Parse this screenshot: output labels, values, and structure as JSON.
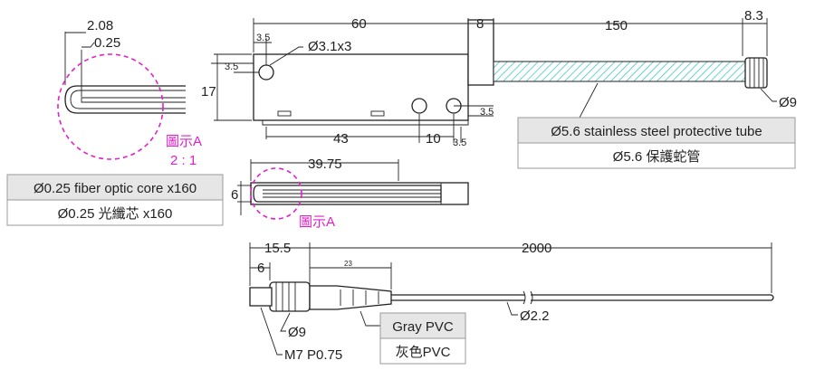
{
  "dimensions": {
    "fiber_width": "2.08",
    "fiber_core": "0.25",
    "body_length": "60",
    "collar_length": "8",
    "tube_length": "150",
    "end_length": "8.3",
    "edge_3_5": "3.5",
    "hole_dia": "Ø3.1x3",
    "height_17": "17",
    "hole_spacing": "43",
    "hole_gap": "10",
    "end_dia": "Ø9",
    "slit_length": "39.75",
    "slit_height": "6",
    "conn_length": "15.5",
    "conn_short": "6",
    "cable_length": "2000",
    "boot_length": "23",
    "cable_dia": "Ø2.2",
    "conn_dia": "Ø9",
    "thread": "M7 P0.75"
  },
  "labels": {
    "detail_a_scale_label": "圖示A",
    "detail_a_scale": "2 : 1",
    "detail_a_ref": "圖示A"
  },
  "callouts": {
    "tube_en": "Ø5.6 stainless steel protective tube",
    "tube_zh": "Ø5.6 保護蛇管",
    "core_en": "Ø0.25 fiber optic core x160",
    "core_zh": "Ø0.25 光纖芯 x160",
    "cable_en": "Gray PVC",
    "cable_zh": "灰色PVC"
  },
  "colors": {
    "detail_marker": "#e020c8",
    "tube_hatch": "#40c8c0",
    "callout_header": "#e6e6e6"
  }
}
